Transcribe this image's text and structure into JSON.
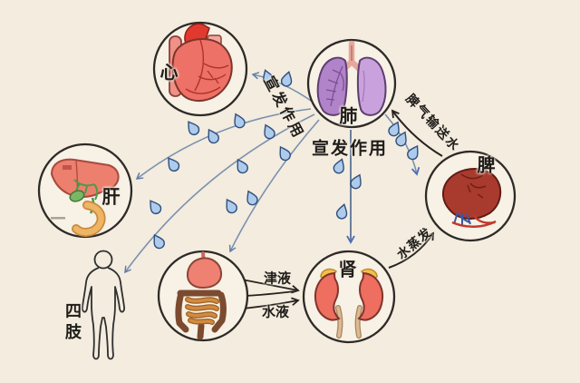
{
  "nodes": {
    "heart": {
      "label": "心"
    },
    "lungs": {
      "label": "肺"
    },
    "liver": {
      "label": "肝"
    },
    "spleen": {
      "label": "脾"
    },
    "kidneys": {
      "label": "肾"
    },
    "limbs": {
      "label": "四肢"
    }
  },
  "flow_labels": {
    "dispersing_diagonal": "宣发作用",
    "dispersing_main": "宣发作用",
    "spleen_qi_transports_water": "脾气输送水",
    "water_evaporation": "水蒸发",
    "body_fluid": "津液",
    "water_fluid": "水液"
  },
  "colors": {
    "background": "#f3ecdf",
    "circle_fill": "#f7f1e6",
    "circle_stroke": "#2e2a26",
    "flow_blue": "#7b91ad",
    "flow_royal": "#4a6db8",
    "flow_dark": "#26221e",
    "droplet_fill": "#aecbec",
    "droplet_stroke": "#2e4f7d",
    "lung_fill": "#c9a1dc",
    "heart_fill": "#ed7166",
    "liver_fill": "#ec7f6e",
    "spleen_fill": "#a93a2e",
    "kidney_fill": "#ee6e5f",
    "stomach_fill": "#ee8172",
    "intestine_fill": "#d28a3e",
    "text": "#201d1a"
  }
}
